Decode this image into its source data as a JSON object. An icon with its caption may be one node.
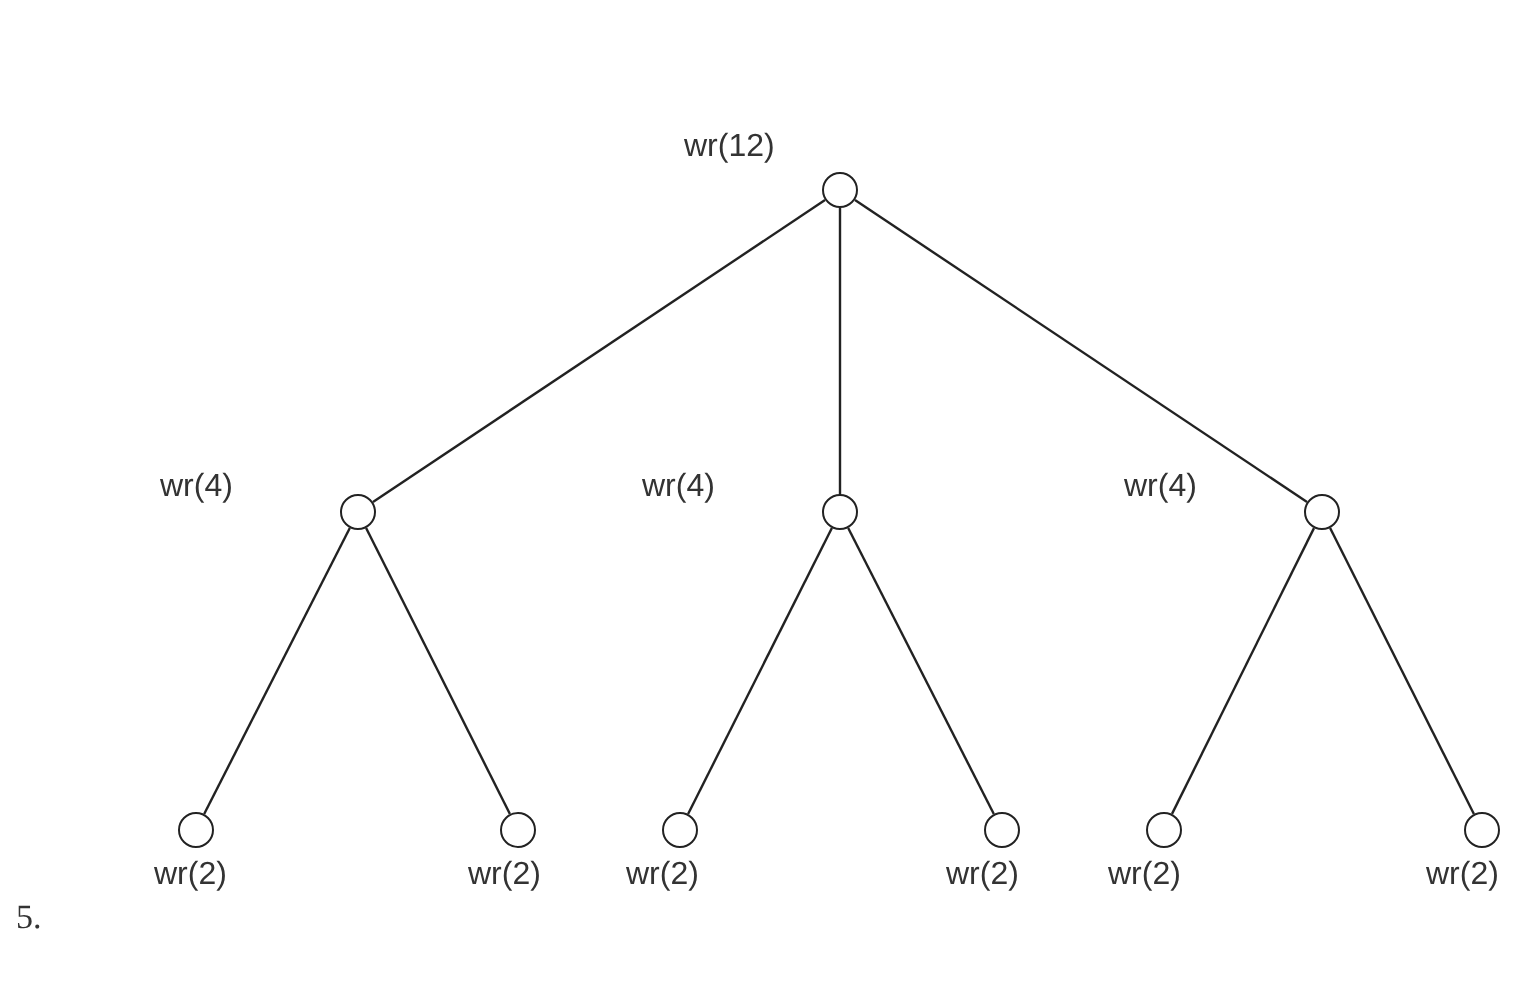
{
  "diagram": {
    "nodes": [
      {
        "text": [],
        "shape": "circle",
        "beside": [
          "wr(12)"
        ]
      },
      {
        "text": [],
        "shape": "circle",
        "beside": [
          "wr(4)"
        ]
      },
      {
        "text": [],
        "shape": "circle",
        "beside": [
          "wr(4)"
        ]
      },
      {
        "text": [],
        "shape": "circle",
        "beside": [
          "wr(4)"
        ]
      },
      {
        "text": [],
        "shape": "circle",
        "beside": [
          "wr(2)"
        ]
      },
      {
        "text": [],
        "shape": "circle",
        "beside": [
          "wr(2)"
        ]
      },
      {
        "text": [],
        "shape": "circle",
        "beside": [
          "wr(2)"
        ]
      },
      {
        "text": [],
        "shape": "circle",
        "beside": [
          "wr(2)"
        ]
      },
      {
        "text": [],
        "shape": "circle",
        "beside": [
          "wr(2)"
        ]
      },
      {
        "text": [],
        "shape": "circle",
        "beside": [
          "wr(2)"
        ]
      }
    ],
    "edges": [
      {
        "from": 0,
        "to": 1,
        "arrow": "none"
      },
      {
        "from": 0,
        "to": 2,
        "arrow": "none"
      },
      {
        "from": 0,
        "to": 3,
        "arrow": "none"
      },
      {
        "from": 1,
        "to": 4,
        "arrow": "none"
      },
      {
        "from": 1,
        "to": 5,
        "arrow": "none"
      },
      {
        "from": 2,
        "to": 6,
        "arrow": "none"
      },
      {
        "from": 2,
        "to": 7,
        "arrow": "none"
      },
      {
        "from": 3,
        "to": 8,
        "arrow": "none"
      },
      {
        "from": 3,
        "to": 9,
        "arrow": "none"
      }
    ],
    "labels": [
      "5."
    ]
  }
}
